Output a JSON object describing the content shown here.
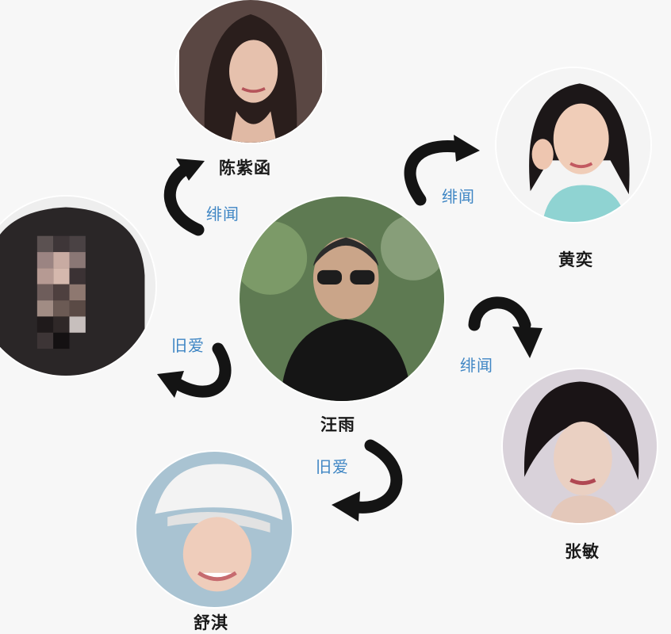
{
  "center": {
    "name": "汪雨"
  },
  "people": {
    "chen": {
      "name": "陈紫函"
    },
    "huang": {
      "name": "黄奕"
    },
    "zhang": {
      "name": "张敏"
    },
    "bottom": {
      "name": "舒淇"
    },
    "blurred": {
      "name": ""
    }
  },
  "relations": {
    "chen": "绯闻",
    "huang": "绯闻",
    "zhang": "绯闻",
    "bottom": "旧爱",
    "blurred": "旧爱"
  },
  "colors": {
    "arrow": "#141414",
    "relation_text": "#3f86c4",
    "name_text": "#1a1a1a",
    "background": "#f7f7f7"
  }
}
